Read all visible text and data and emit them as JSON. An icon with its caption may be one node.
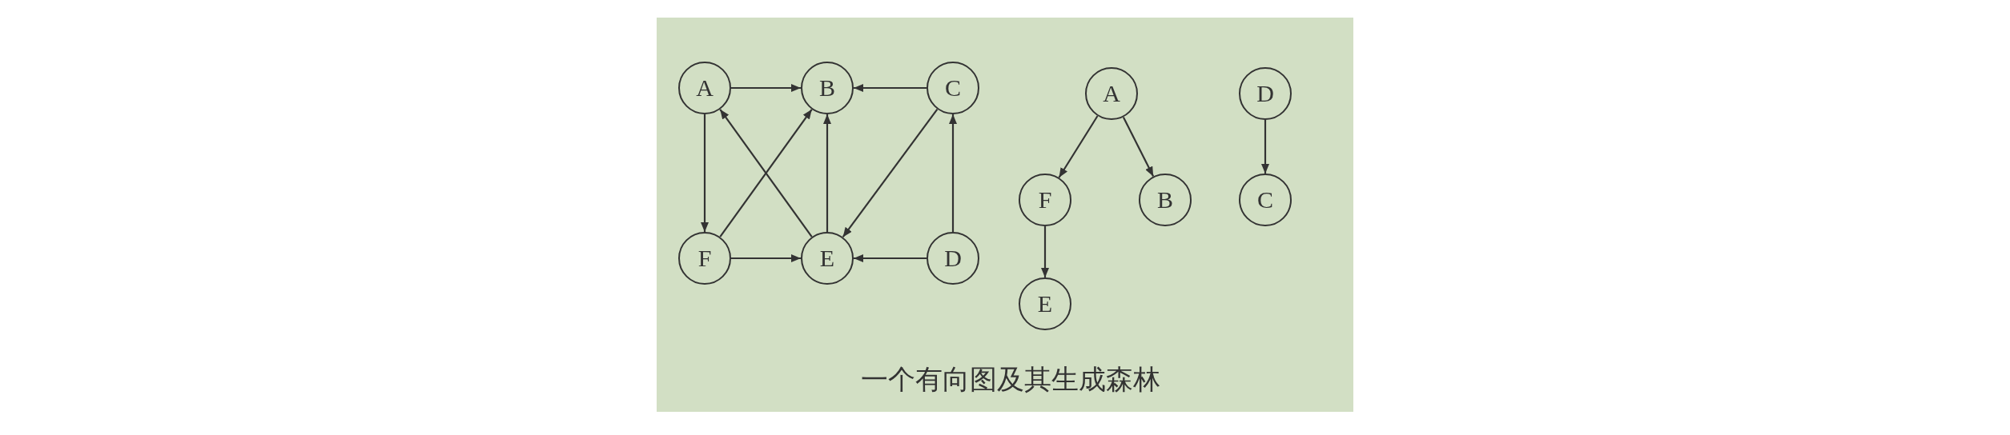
{
  "diagram": {
    "caption": "一个有向图及其生成森林",
    "nodes": [
      {
        "text": [
          "A"
        ]
      },
      {
        "text": [
          "B"
        ]
      },
      {
        "text": [
          "C"
        ]
      },
      {
        "text": [
          "F"
        ]
      },
      {
        "text": [
          "E"
        ]
      },
      {
        "text": [
          "D"
        ]
      },
      {
        "text": [
          "A"
        ]
      },
      {
        "text": [
          "D"
        ]
      },
      {
        "text": [
          "F"
        ]
      },
      {
        "text": [
          "B"
        ]
      },
      {
        "text": [
          "C"
        ]
      },
      {
        "text": [
          "E"
        ]
      }
    ],
    "edges": [
      {
        "from": 0,
        "to": 1,
        "arrow": "to"
      },
      {
        "from": 2,
        "to": 1,
        "arrow": "to"
      },
      {
        "from": 0,
        "to": 3,
        "arrow": "to"
      },
      {
        "from": 4,
        "to": 0,
        "arrow": "to"
      },
      {
        "from": 3,
        "to": 1,
        "arrow": "to"
      },
      {
        "from": 4,
        "to": 1,
        "arrow": "to"
      },
      {
        "from": 2,
        "to": 4,
        "arrow": "to"
      },
      {
        "from": 5,
        "to": 2,
        "arrow": "to"
      },
      {
        "from": 3,
        "to": 4,
        "arrow": "to"
      },
      {
        "from": 5,
        "to": 4,
        "arrow": "to"
      },
      {
        "from": 6,
        "to": 8,
        "arrow": "to"
      },
      {
        "from": 6,
        "to": 9,
        "arrow": "to"
      },
      {
        "from": 8,
        "to": 11,
        "arrow": "to"
      },
      {
        "from": 7,
        "to": 10,
        "arrow": "to"
      }
    ]
  }
}
